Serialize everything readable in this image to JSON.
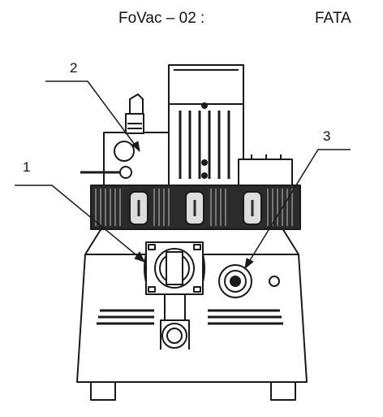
{
  "header": {
    "model_label": "FoVac – 02 :",
    "manufacturer": "FATA"
  },
  "callouts": [
    {
      "number": "1"
    },
    {
      "number": "2"
    },
    {
      "number": "3"
    }
  ],
  "drawing": {
    "ink_color": "#1a1a1a",
    "paper_color": "#ffffff",
    "band_color": "#2b2b2b"
  }
}
